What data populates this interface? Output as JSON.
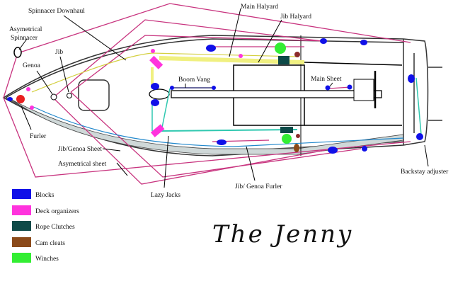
{
  "diagram": {
    "title": "The Jenny",
    "labels": {
      "spinnaker_downhaul": "Spinnacer Downhaul",
      "asym_spinnaker_1": "Asymetrical",
      "asym_spinnaker_2": "Spinnacer",
      "jib": "Jib",
      "genoa": "Genoa",
      "furler": "Furler",
      "jib_genoa_sheet": "Jib/Genoa Sheet",
      "asym_sheet": "Asymetrical sheet",
      "lazy_jacks": "Lazy Jacks",
      "jib_genoa_furler": "Jib/ Genoa Furler",
      "boom_vang": "Boom Vang",
      "main_halyard": "Main Halyard",
      "jib_halyard": "Jib Halyard",
      "main_sheet": "Main Sheet",
      "backstay_adjuster": "Backstay adjuster"
    },
    "legend": [
      {
        "label": "Blocks",
        "color": "#1010e8"
      },
      {
        "label": "Deck organizers",
        "color": "#ff33dd"
      },
      {
        "label": "Rope Clutches",
        "color": "#0e4a48"
      },
      {
        "label": "Cam cleats",
        "color": "#8b4a1a"
      },
      {
        "label": "Winches",
        "color": "#33ee33"
      }
    ],
    "colors": {
      "line": "#c8347f",
      "yellow": "#f0f080",
      "teal": "#30c8b0",
      "hull": "#333333"
    }
  }
}
